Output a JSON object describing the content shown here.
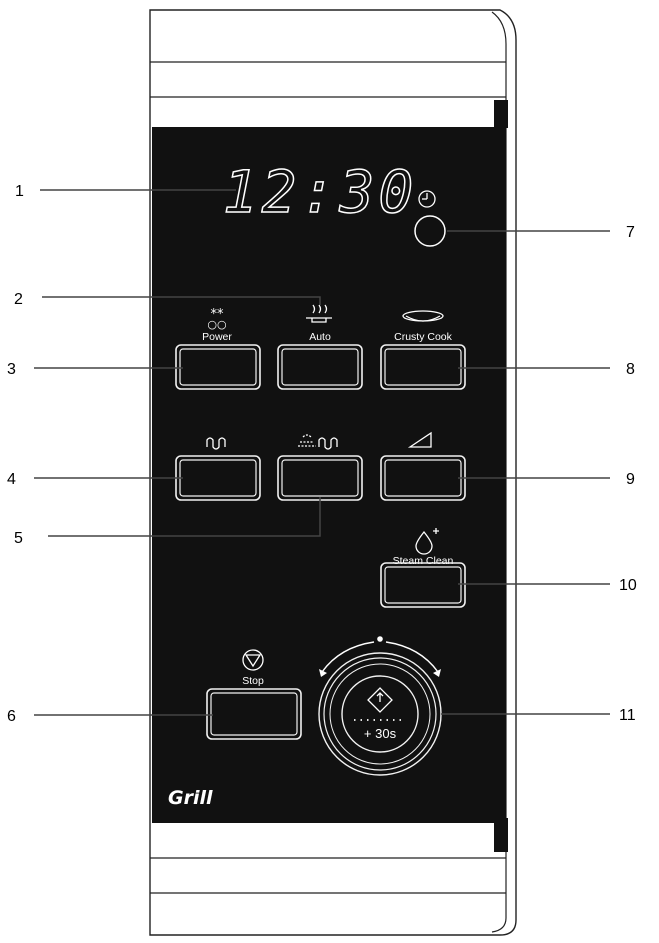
{
  "display": {
    "time": "12:30"
  },
  "buttons": {
    "power": "Power",
    "auto": "Auto",
    "crusty_cook": "Crusty Cook",
    "steam_clean": "Steam Clean",
    "stop": "Stop",
    "start_increment": "+ 30s"
  },
  "brand": "Grill",
  "callouts": [
    "1",
    "2",
    "3",
    "4",
    "5",
    "6",
    "7",
    "8",
    "9",
    "10",
    "11"
  ]
}
